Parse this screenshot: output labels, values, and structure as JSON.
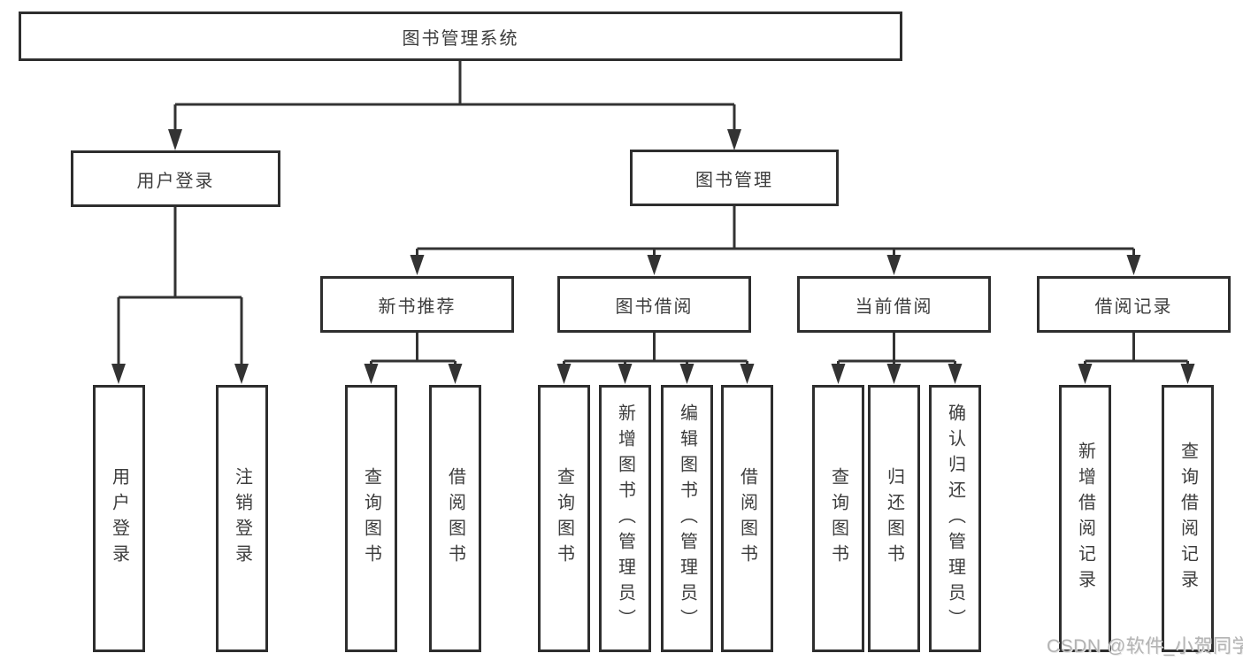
{
  "diagram_type": "hierarchy-tree",
  "title": "图书管理系统",
  "watermark": "CSDN @软件_小贺同学",
  "colors": {
    "line": "#333333",
    "box_border": "#2e2e2e",
    "text": "#3d3d3d",
    "watermark": "#b3b3b3",
    "background": "#ffffff"
  },
  "nodes": [
    {
      "id": "root",
      "label": "图书管理系统",
      "parent": null,
      "level": 1
    },
    {
      "id": "user-login",
      "label": "用户登录",
      "parent": "root",
      "level": 2
    },
    {
      "id": "book-management",
      "label": "图书管理",
      "parent": "root",
      "level": 2
    },
    {
      "id": "leaf-user-login",
      "label": "用户登录",
      "parent": "user-login",
      "level": 3
    },
    {
      "id": "leaf-logout",
      "label": "注销登录",
      "parent": "user-login",
      "level": 3
    },
    {
      "id": "new-book-recommend",
      "label": "新书推荐",
      "parent": "book-management",
      "level": 3
    },
    {
      "id": "book-borrow",
      "label": "图书借阅",
      "parent": "book-management",
      "level": 3
    },
    {
      "id": "current-borrow",
      "label": "当前借阅",
      "parent": "book-management",
      "level": 3
    },
    {
      "id": "borrow-records",
      "label": "借阅记录",
      "parent": "book-management",
      "level": 3
    },
    {
      "id": "query-books-1",
      "label": "查询图书",
      "parent": "new-book-recommend",
      "level": 4
    },
    {
      "id": "borrow-books-1",
      "label": "借阅图书",
      "parent": "new-book-recommend",
      "level": 4
    },
    {
      "id": "query-books-2",
      "label": "查询图书",
      "parent": "book-borrow",
      "level": 4
    },
    {
      "id": "add-books-admin",
      "label": "新增图书（管理员）",
      "parent": "book-borrow",
      "level": 4
    },
    {
      "id": "edit-books-admin",
      "label": "编辑图书（管理员）",
      "parent": "book-borrow",
      "level": 4
    },
    {
      "id": "borrow-books-2",
      "label": "借阅图书",
      "parent": "book-borrow",
      "level": 4
    },
    {
      "id": "query-books-3",
      "label": "查询图书",
      "parent": "current-borrow",
      "level": 4
    },
    {
      "id": "return-books",
      "label": "归还图书",
      "parent": "current-borrow",
      "level": 4
    },
    {
      "id": "confirm-return-admin",
      "label": "确认归还（管理员）",
      "parent": "current-borrow",
      "level": 4
    },
    {
      "id": "add-borrow-record",
      "label": "新增借阅记录",
      "parent": "borrow-records",
      "level": 4
    },
    {
      "id": "query-borrow-record",
      "label": "查询借阅记录",
      "parent": "borrow-records",
      "level": 4
    }
  ]
}
